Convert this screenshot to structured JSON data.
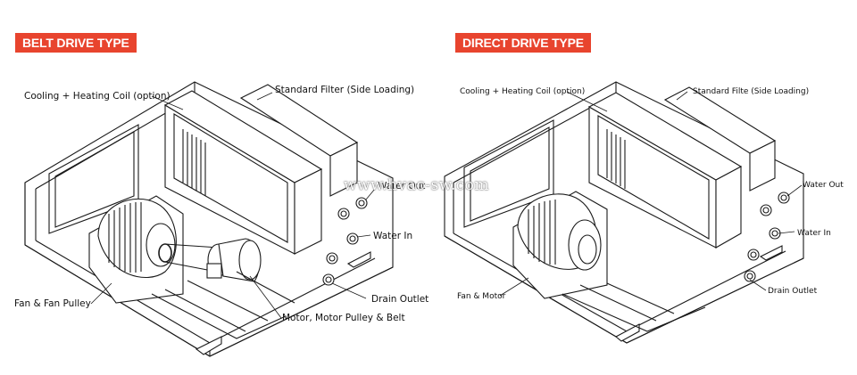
{
  "belt_drive": {
    "title": "BELT DRIVE TYPE",
    "labels": {
      "coil": "Cooling + Heating Coil (option)",
      "filter": "Standard Filter (Side Loading)",
      "water_out": "Water Out",
      "water_in": "Water In",
      "drain": "Drain Outlet",
      "fan": "Fan & Fan Pulley",
      "motor": "Motor, Motor Pulley & Belt"
    }
  },
  "direct_drive": {
    "title": "DIRECT DRIVE TYPE",
    "labels": {
      "coil": "Cooling + Heating Coil (option)",
      "filter": "Standard Filte (Side Loading)",
      "water_out": "Water Out",
      "water_in": "Water In",
      "drain": "Drain Outlet",
      "fan": "Fan & Motor"
    }
  },
  "watermark": "www.hvac-sw.com",
  "colors": {
    "badge": "#e8442e",
    "line": "#1a1a1a"
  }
}
